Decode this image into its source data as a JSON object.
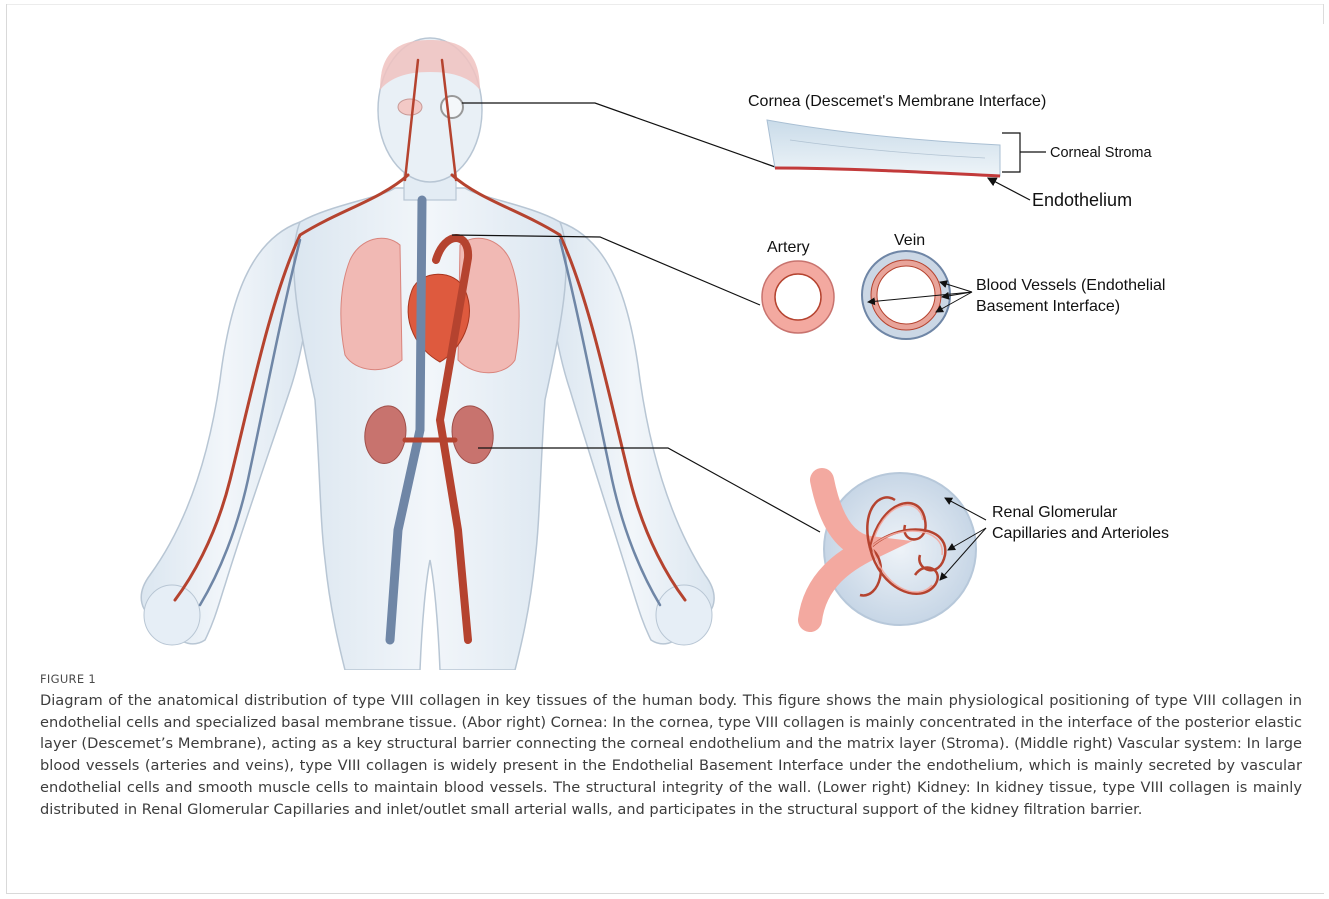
{
  "figure": {
    "cornea_title": "Cornea (Descemet's Membrane Interface)",
    "corneal_stroma": "Corneal Stroma",
    "endothelium": "Endothelium",
    "artery": "Artery",
    "vein": "Vein",
    "blood_vessels_line1": "Blood Vessels (Endothelial",
    "blood_vessels_line2": "Basement Interface)",
    "renal_line1": "Renal Glomerular",
    "renal_line2": "Capillaries and Arterioles"
  },
  "caption": {
    "label": "FIGURE 1",
    "text": "Diagram of the anatomical distribution of type VIII collagen in key tissues of the human body. This figure shows the main physiological positioning of type VIII collagen in endothelial cells and specialized basal membrane tissue. (Abor right) Cornea: In the cornea, type VIII collagen is mainly concentrated in the interface of the posterior elastic layer (Descemet’s Membrane), acting as a key structural barrier connecting the corneal endothelium and the matrix layer (Stroma). (Middle right) Vascular system: In large blood vessels (arteries and veins), type VIII collagen is widely present in the Endothelial Basement Interface under the endothelium, which is mainly secreted by vascular endothelial cells and smooth muscle cells to maintain blood vessels. The structural integrity of the wall. (Lower right) Kidney: In kidney tissue, type VIII collagen is mainly distributed in Renal Glomerular Capillaries and inlet/outlet small arterial walls, and participates in the structural support of the kidney filtration barrier."
  },
  "colors": {
    "body_fill": "#e6eef6",
    "body_outline": "#b8c6d4",
    "artery": "#b5432f",
    "vein": "#6f86a6",
    "lung": "#f1b9b4",
    "heart": "#de5a3e",
    "kidney": "#c8736e",
    "vessel_pink": "#f3a9a0"
  }
}
